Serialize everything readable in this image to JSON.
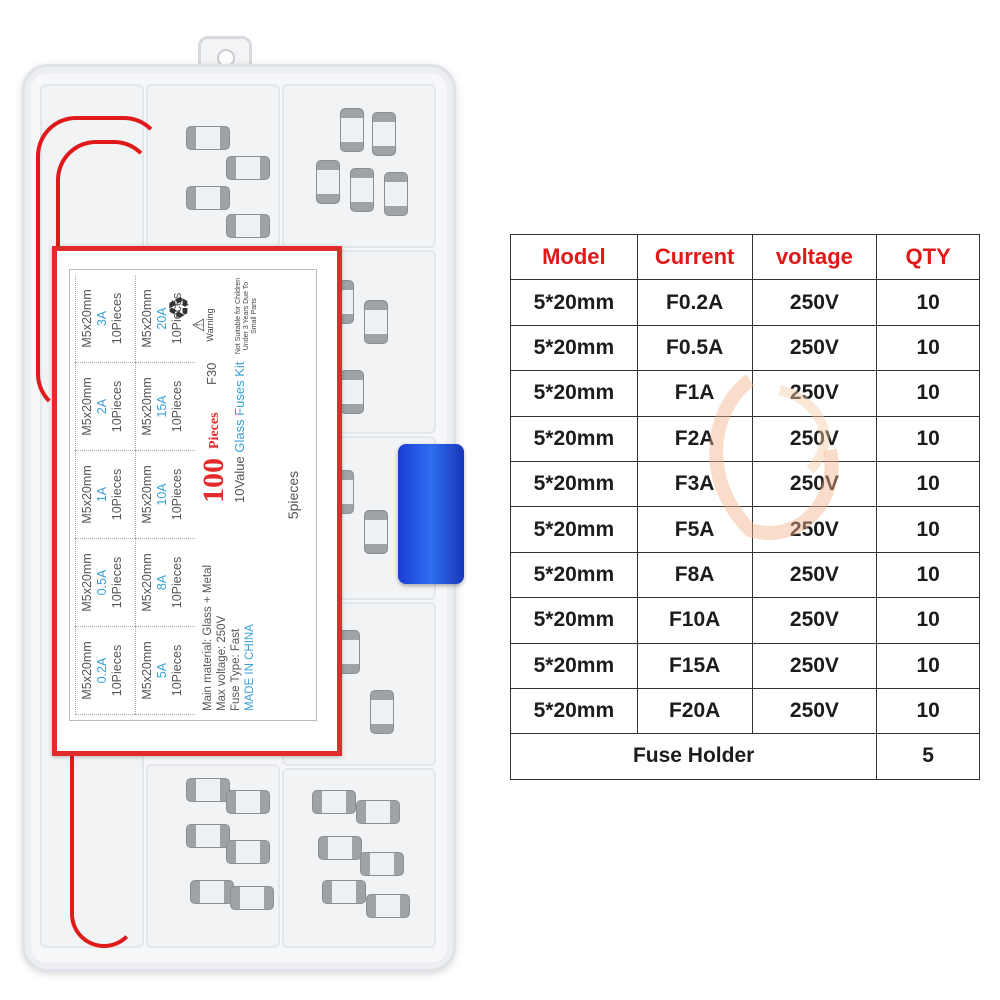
{
  "table": {
    "headers": [
      "Model",
      "Current",
      "voltage",
      "QTY"
    ],
    "rows": [
      [
        "5*20mm",
        "F0.2A",
        "250V",
        "10"
      ],
      [
        "5*20mm",
        "F0.5A",
        "250V",
        "10"
      ],
      [
        "5*20mm",
        "F1A",
        "250V",
        "10"
      ],
      [
        "5*20mm",
        "F2A",
        "250V",
        "10"
      ],
      [
        "5*20mm",
        "F3A",
        "250V",
        "10"
      ],
      [
        "5*20mm",
        "F5A",
        "250V",
        "10"
      ],
      [
        "5*20mm",
        "F8A",
        "250V",
        "10"
      ],
      [
        "5*20mm",
        "F10A",
        "250V",
        "10"
      ],
      [
        "5*20mm",
        "F15A",
        "250V",
        "10"
      ],
      [
        "5*20mm",
        "F20A",
        "250V",
        "10"
      ]
    ],
    "footer": {
      "label": "Fuse Holder",
      "qty": "5"
    },
    "header_color": "#e01818"
  },
  "label_card": {
    "cells": [
      {
        "size": "M5x20mm",
        "amp": "0.2A",
        "qty": "10Pieces"
      },
      {
        "size": "M5x20mm",
        "amp": "0.5A",
        "qty": "10Pieces"
      },
      {
        "size": "M5x20mm",
        "amp": "1A",
        "qty": "10Pieces"
      },
      {
        "size": "M5x20mm",
        "amp": "2A",
        "qty": "10Pieces"
      },
      {
        "size": "M5x20mm",
        "amp": "3A",
        "qty": "10Pieces"
      },
      {
        "size": "M5x20mm",
        "amp": "5A",
        "qty": "10Pieces"
      },
      {
        "size": "M5x20mm",
        "amp": "8A",
        "qty": "10Pieces"
      },
      {
        "size": "M5x20mm",
        "amp": "10A",
        "qty": "10Pieces"
      },
      {
        "size": "M5x20mm",
        "amp": "15A",
        "qty": "10Pieces"
      },
      {
        "size": "M5x20mm",
        "amp": "20A",
        "qty": "10Pieces"
      }
    ],
    "holder_text": "5pieces",
    "count": "100",
    "count_word": "Pieces",
    "kit_prefix": "10Value",
    "kit_name": "Glass Fuses Kit",
    "model_code": "F30",
    "material": "Main material: Glass + Metal",
    "max_voltage": "Max voltage: 250V",
    "fuse_type": "Fuse Type: Fast",
    "origin": "MADE IN CHINA",
    "warning_label": "Warning",
    "warning_text": "Not Suitable for Children Under 3 Years Due To Small Parts",
    "accent_color": "#e42b2b",
    "amp_color": "#3aa0d8"
  },
  "icons": [
    "recycle-icon",
    "warning-triangle-icon",
    "no-children-icon"
  ]
}
